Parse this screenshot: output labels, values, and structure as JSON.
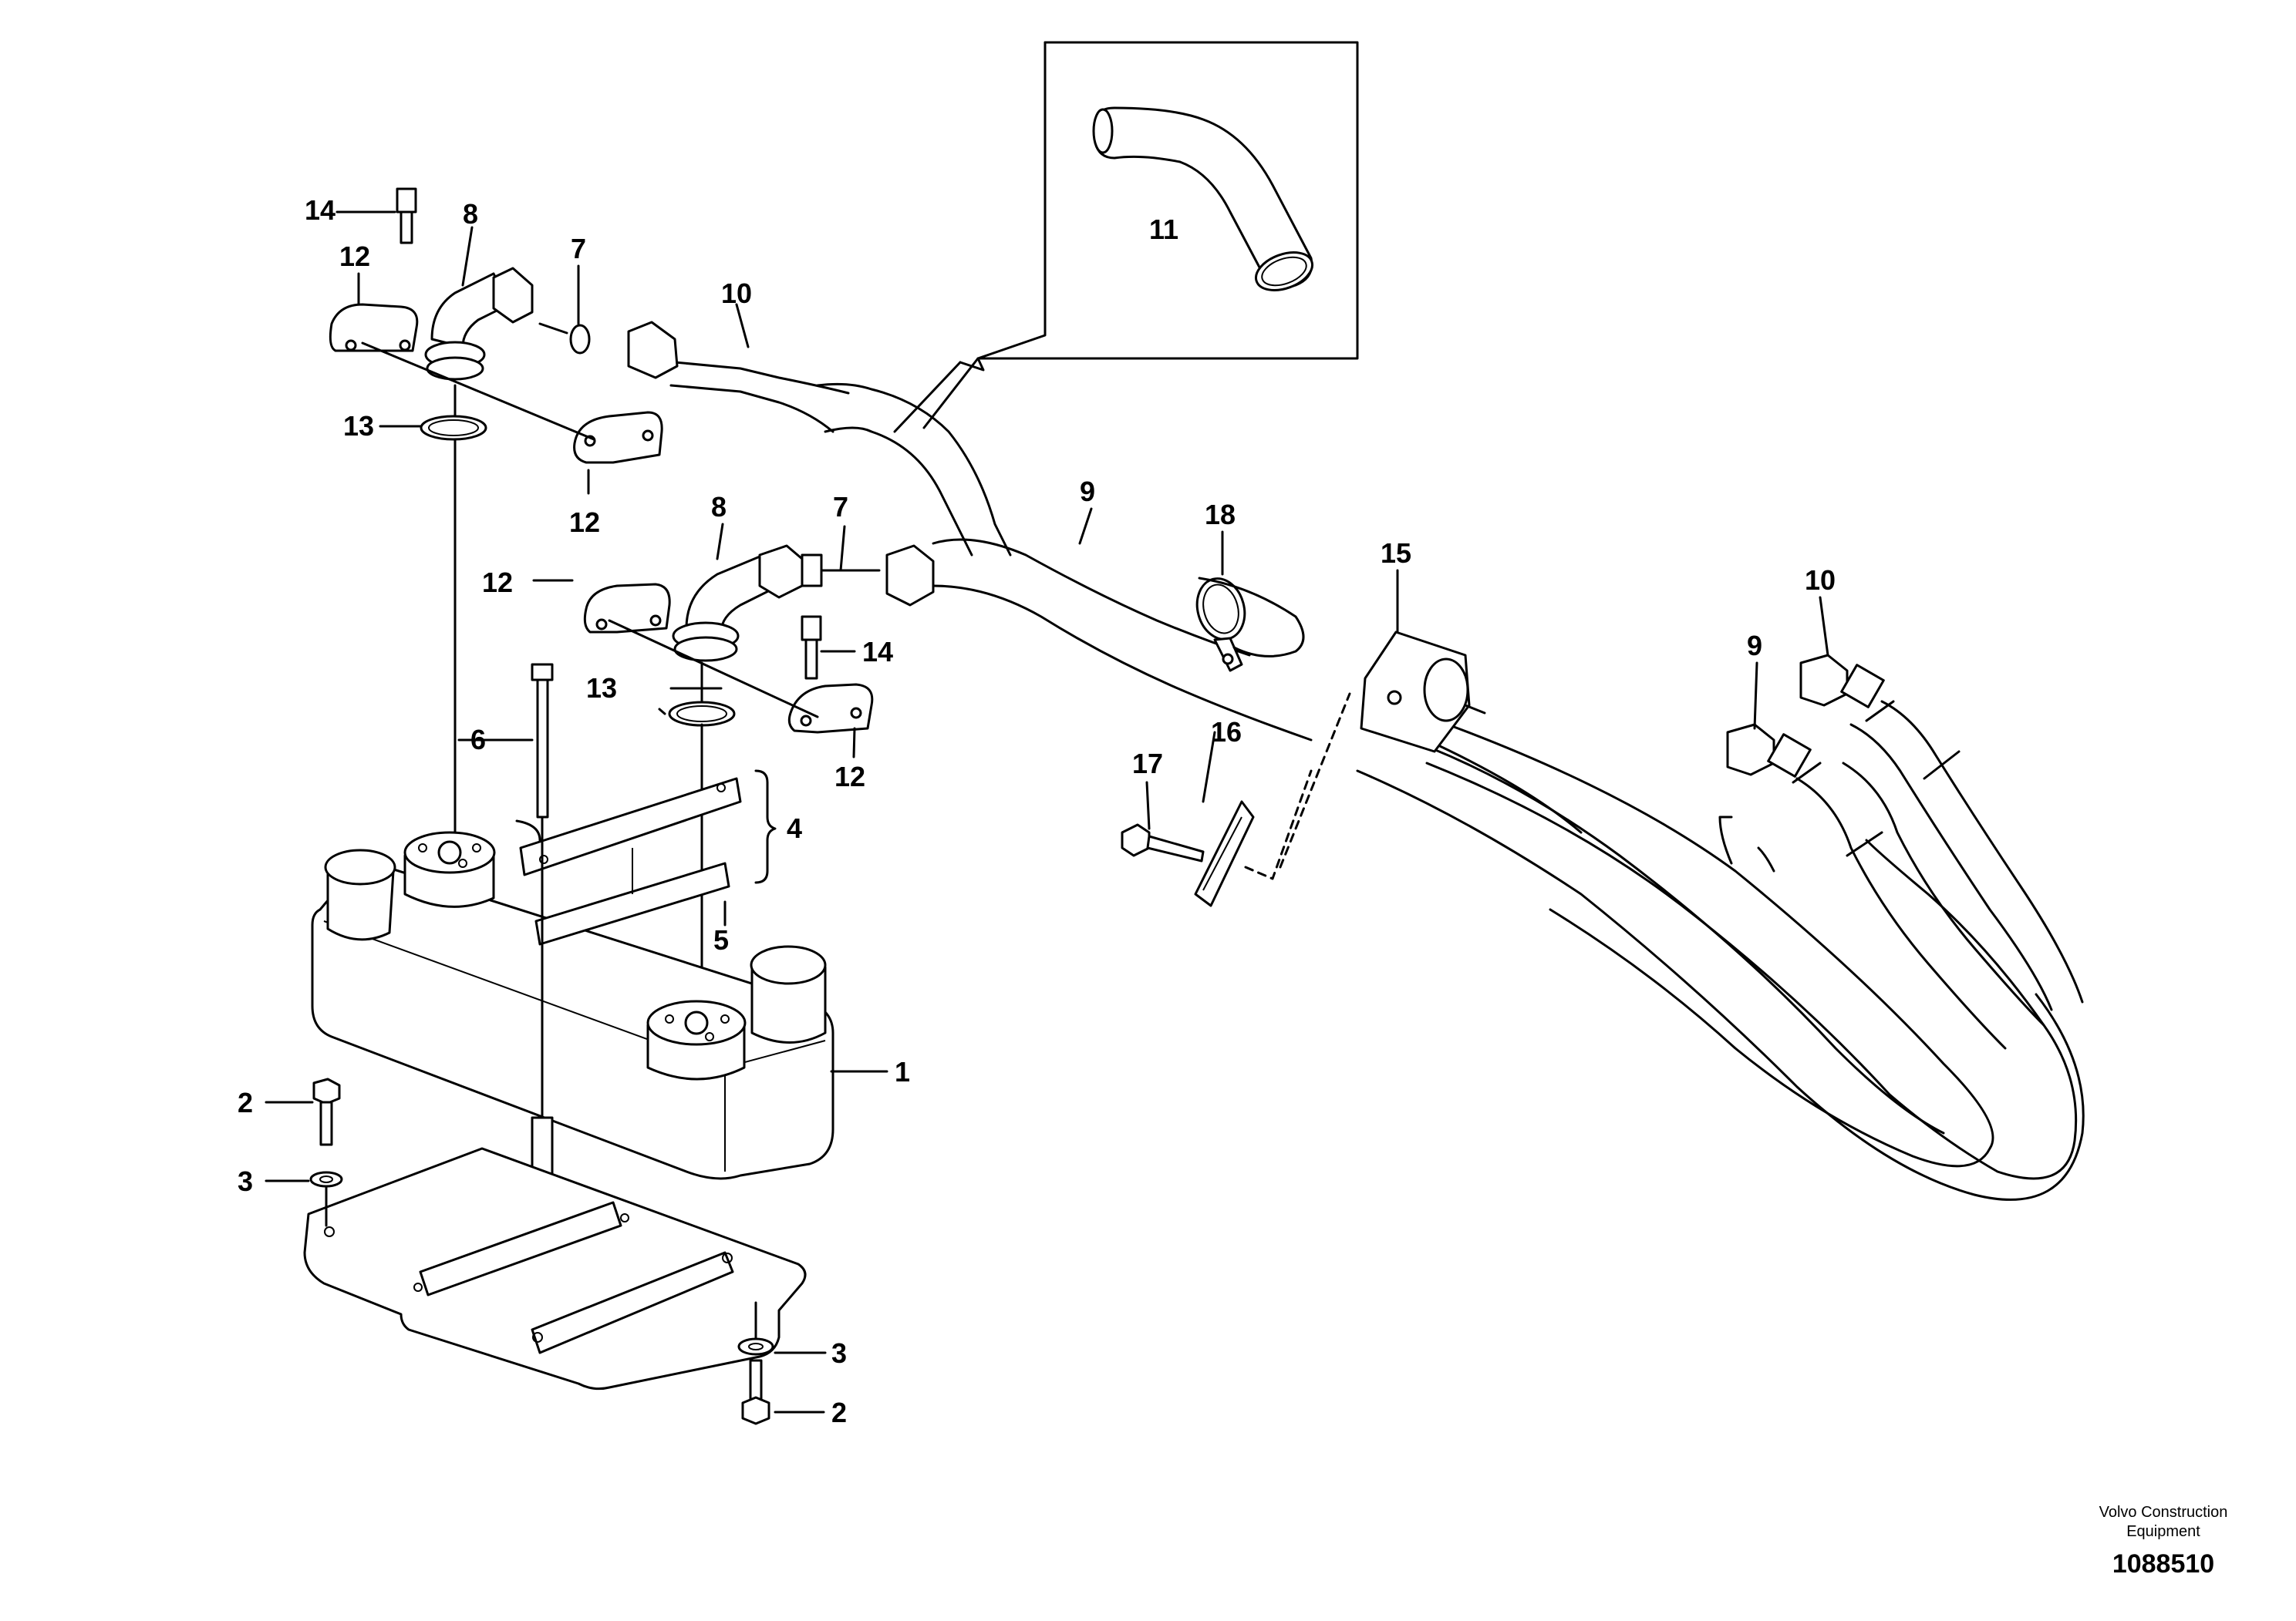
{
  "diagram": {
    "callouts": {
      "c1": "1",
      "c2a": "2",
      "c2b": "2",
      "c3a": "3",
      "c3b": "3",
      "c4": "4",
      "c5": "5",
      "c6": "6",
      "c7a": "7",
      "c7b": "7",
      "c8a": "8",
      "c8b": "8",
      "c9a": "9",
      "c9b": "9",
      "c10a": "10",
      "c10b": "10",
      "c11": "11",
      "c12a": "12",
      "c12b": "12",
      "c12c": "12",
      "c12d": "12",
      "c13a": "13",
      "c13b": "13",
      "c14a": "14",
      "c14b": "14",
      "c15": "15",
      "c16": "16",
      "c17": "17",
      "c18": "18"
    },
    "brand_line1": "Volvo Construction",
    "brand_line2": "Equipment",
    "doc_number": "1088510"
  }
}
